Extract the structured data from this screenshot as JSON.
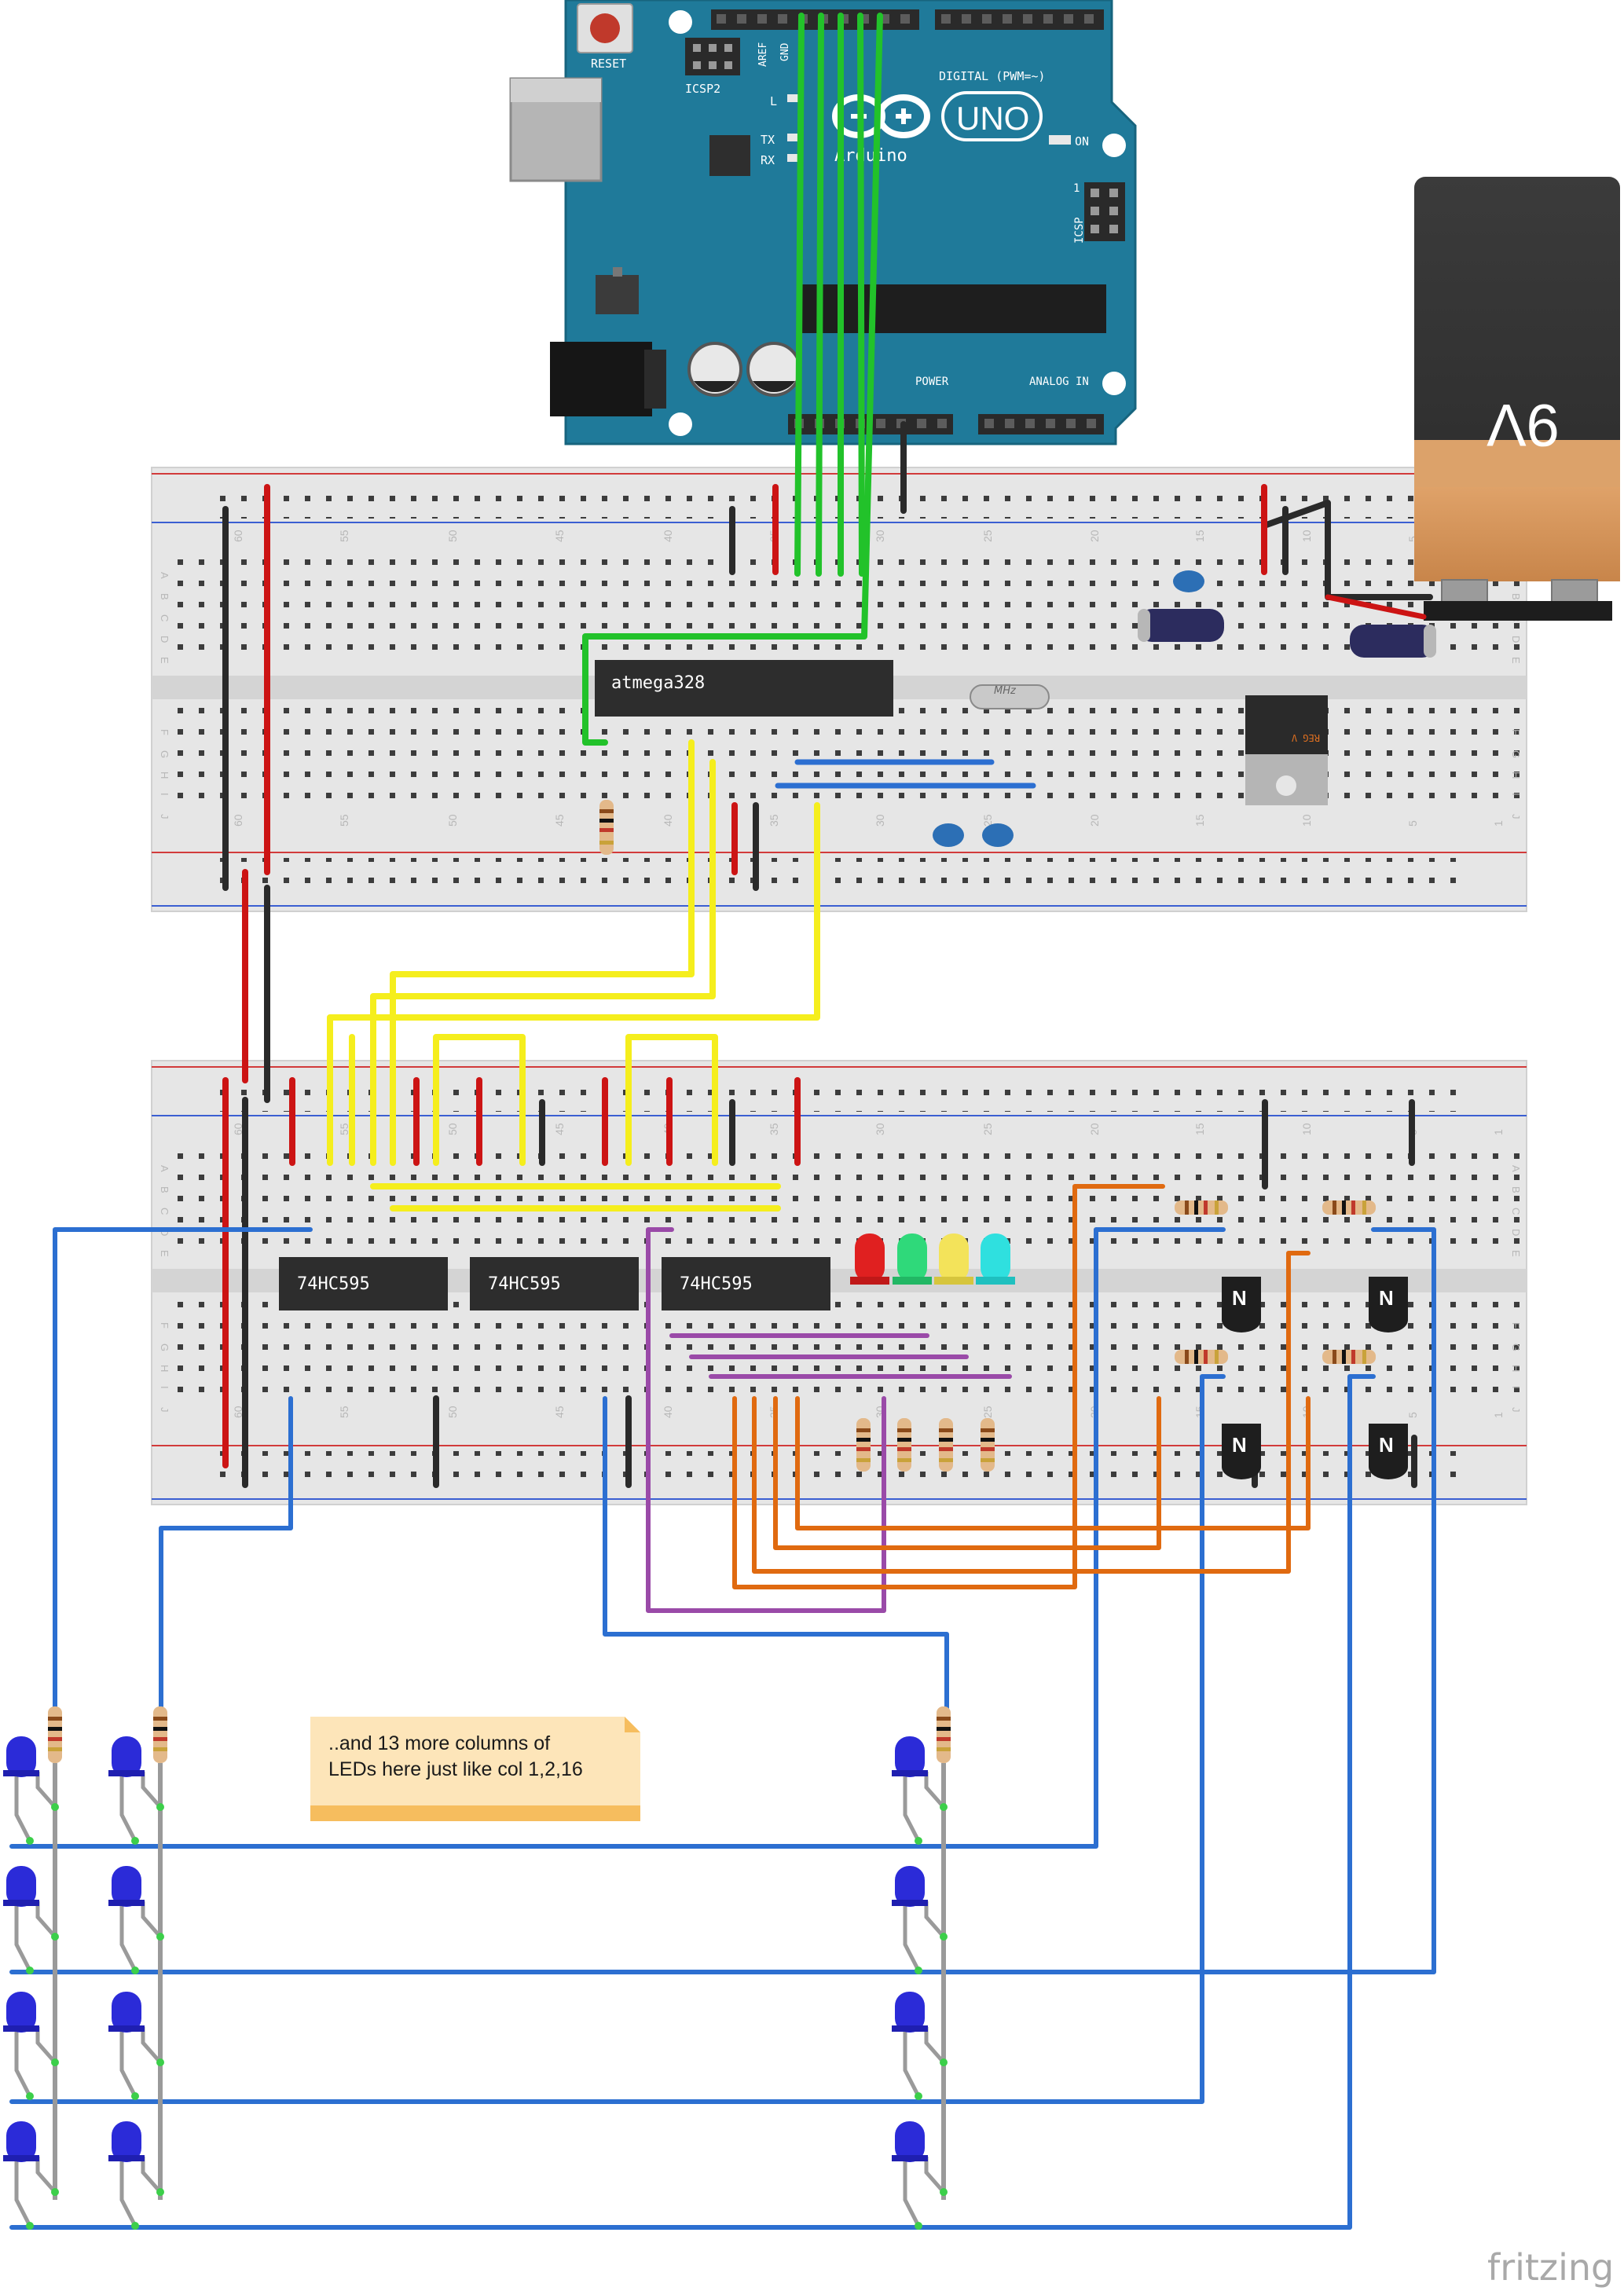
{
  "arduino": {
    "name": "Arduino",
    "model": "UNO",
    "reset_label": "RESET",
    "icsp2_label": "ICSP2",
    "icsp_label": "ICSP",
    "aref_label": "AREF",
    "gnd_label": "GND",
    "digital_label": "DIGITAL (PWM=~)",
    "on_label": "ON",
    "l_label": "L",
    "tx_label": "TX",
    "rx_label": "RX",
    "power_label": "POWER",
    "analog_label": "ANALOG IN",
    "icsp_pin1": "1",
    "board_color": "#1f7a9a"
  },
  "battery": {
    "label": "9V"
  },
  "chips": {
    "mcu": "atmega328",
    "crystal": "MHz",
    "reg": "REG V",
    "shift_1": "74HC595",
    "shift_2": "74HC595",
    "shift_3": "74HC595",
    "transistor": "N"
  },
  "note": {
    "line1": "..and 13 more columns of",
    "line2": "LEDs here just like col 1,2,16"
  },
  "watermark": "fritzing",
  "breadboard_columns": [
    "60",
    "55",
    "50",
    "45",
    "40",
    "35",
    "30",
    "25",
    "20",
    "15",
    "10",
    "5",
    "1"
  ],
  "breadboard_rows": [
    "A",
    "B",
    "C",
    "D",
    "E",
    "F",
    "G",
    "H",
    "I",
    "J"
  ],
  "wire_colors": {
    "green": "#22c22a",
    "yellow": "#f5ee1d",
    "red": "#cc1414",
    "black": "#2a2a2a",
    "blue": "#2c6fd1",
    "orange": "#e06a10",
    "purple": "#9a4aa8"
  },
  "indicator_leds": [
    "red",
    "green",
    "yellow",
    "cyan"
  ]
}
